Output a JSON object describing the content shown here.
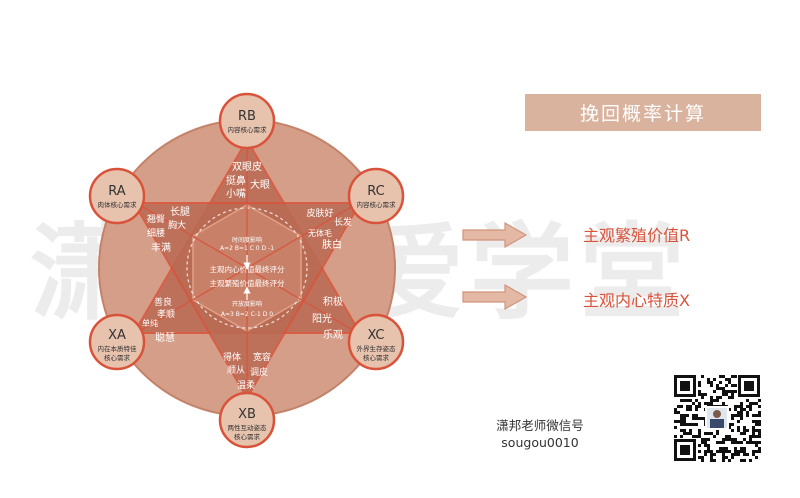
{
  "watermark": "潇邦恋爱学堂",
  "title": "挽回概率计算",
  "results": {
    "r": "主观繁殖价值R",
    "x": "主观内心特质X"
  },
  "contact": {
    "label": "潇邦老师微信号",
    "id": "sougou0010"
  },
  "colors": {
    "accent_red": "#d9533b",
    "hexagon_fill": "#d1a08a",
    "star_fill": "#b96a52",
    "circle_fill": "#e7c2ad",
    "arrow_fill": "#e3b8a4",
    "title_bg": "#d9b39d"
  },
  "nodes": {
    "rb": {
      "code": "RB",
      "label": "内容核心需求"
    },
    "ra": {
      "code": "RA",
      "label": "肉体核心需求"
    },
    "rc": {
      "code": "RC",
      "label": "内容核心需求"
    },
    "xa": {
      "code": "XA",
      "label": "内在本质特佳",
      "label2": "核心需求"
    },
    "xc": {
      "code": "XC",
      "label": "外界生存姿态",
      "label2": "核心需求"
    },
    "xb": {
      "code": "XB",
      "label": "两性互动姿态",
      "label2": "核心需求"
    }
  },
  "traits": {
    "top": [
      "双眼皮",
      "挺鼻",
      "大眼",
      "小嘴"
    ],
    "upper_left": [
      "长腿",
      "翘臀",
      "胸大",
      "细腰",
      "丰满"
    ],
    "upper_right": [
      "皮肤好",
      "长发",
      "无体毛",
      "肤白"
    ],
    "lower_left": [
      "善良",
      "孝顺",
      "单纯",
      "聪慧"
    ],
    "lower_right": [
      "积极",
      "阳光",
      "乐观"
    ],
    "bottom": [
      "得体",
      "宽容",
      "顺从",
      "调皮",
      "温柔"
    ]
  },
  "center": {
    "time_label": "时间度影响",
    "time_formula": "A=2  B=1  C 0  D -1",
    "line1": "主观内心价值最终评分",
    "line2": "主观繁殖价值最终评分",
    "open_label": "开放度影响",
    "open_formula": "A=3  B=2  C-1  D 0"
  }
}
